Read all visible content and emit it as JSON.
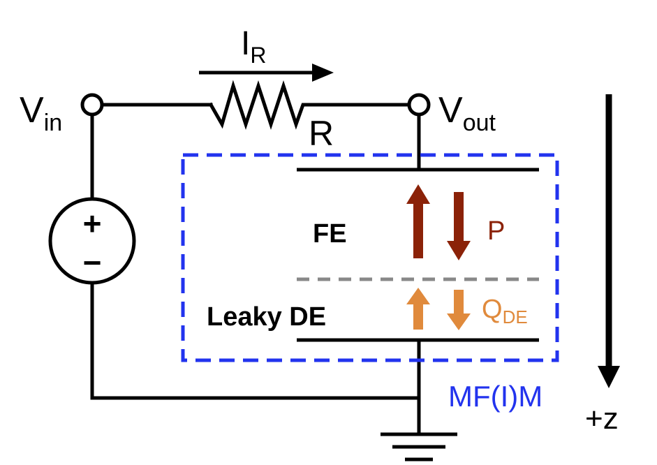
{
  "labels": {
    "current": "I",
    "current_sub": "R",
    "vin": "V",
    "vin_sub": "in",
    "vout": "V",
    "vout_sub": "out",
    "resistor": "R",
    "plus": "+",
    "minus": "−",
    "fe": "FE",
    "leaky_de": "Leaky DE",
    "polarization": "P",
    "charge": "Q",
    "charge_sub": "DE",
    "device": "MF(I)M",
    "axis": "+z"
  },
  "colors": {
    "wire": "#000000",
    "box": "#2233ee",
    "fe_arrow": "#8b2208",
    "de_arrow": "#e08a3c",
    "interface": "#888888",
    "device_label": "#2233ee"
  }
}
